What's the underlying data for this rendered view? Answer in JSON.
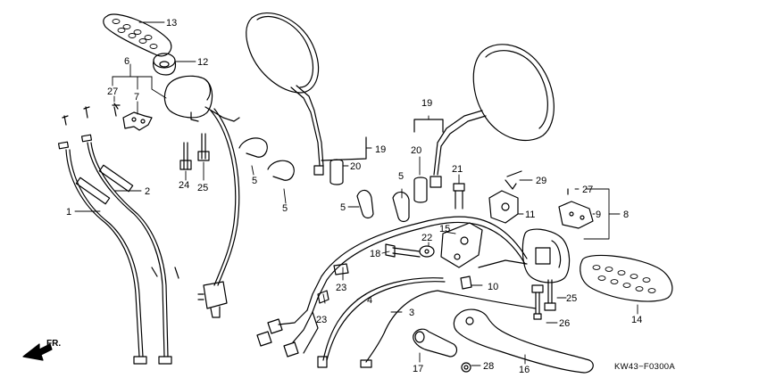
{
  "diagram": {
    "code": "KW43−F0300A",
    "direction": "FR.",
    "callouts": [
      {
        "id": "c1",
        "num": "1"
      },
      {
        "id": "c2",
        "num": "2"
      },
      {
        "id": "c3",
        "num": "3"
      },
      {
        "id": "c4",
        "num": "4"
      },
      {
        "id": "c5a",
        "num": "5"
      },
      {
        "id": "c5b",
        "num": "5"
      },
      {
        "id": "c5c",
        "num": "5"
      },
      {
        "id": "c5d",
        "num": "5"
      },
      {
        "id": "c6",
        "num": "6"
      },
      {
        "id": "c7",
        "num": "7"
      },
      {
        "id": "c8",
        "num": "8"
      },
      {
        "id": "c9",
        "num": "9"
      },
      {
        "id": "c10",
        "num": "10"
      },
      {
        "id": "c11",
        "num": "11"
      },
      {
        "id": "c12",
        "num": "12"
      },
      {
        "id": "c13",
        "num": "13"
      },
      {
        "id": "c14",
        "num": "14"
      },
      {
        "id": "c15",
        "num": "15"
      },
      {
        "id": "c16",
        "num": "16"
      },
      {
        "id": "c17",
        "num": "17"
      },
      {
        "id": "c18",
        "num": "18"
      },
      {
        "id": "c19a",
        "num": "19"
      },
      {
        "id": "c19b",
        "num": "19"
      },
      {
        "id": "c20a",
        "num": "20"
      },
      {
        "id": "c20b",
        "num": "20"
      },
      {
        "id": "c21",
        "num": "21"
      },
      {
        "id": "c22",
        "num": "22"
      },
      {
        "id": "c23a",
        "num": "23"
      },
      {
        "id": "c23b",
        "num": "23"
      },
      {
        "id": "c24",
        "num": "24"
      },
      {
        "id": "c25a",
        "num": "25"
      },
      {
        "id": "c25b",
        "num": "25"
      },
      {
        "id": "c26",
        "num": "26"
      },
      {
        "id": "c27a",
        "num": "27"
      },
      {
        "id": "c27b",
        "num": "27"
      },
      {
        "id": "c28",
        "num": "28"
      },
      {
        "id": "c29",
        "num": "29"
      }
    ]
  }
}
